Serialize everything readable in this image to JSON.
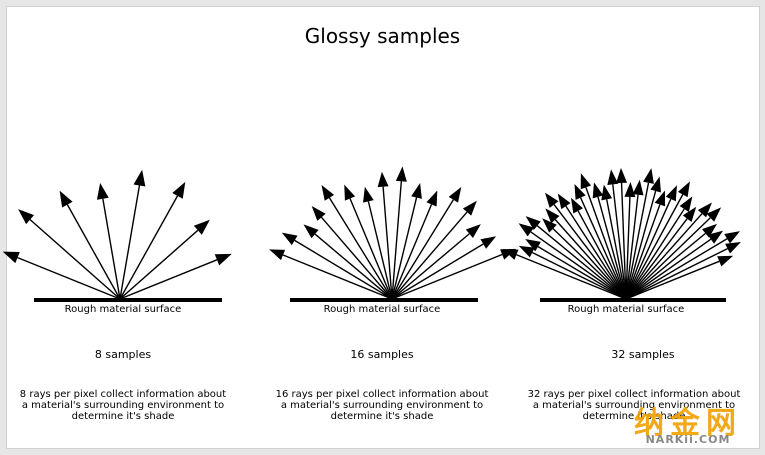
{
  "title": "Glossy samples",
  "panels": [
    {
      "samples": 8,
      "surface_label": "Rough material surface",
      "caption": "8 samples",
      "description": [
        "8 rays per pixel collect information about",
        "a material's surrounding environment to",
        "determine it's shade"
      ]
    },
    {
      "samples": 16,
      "surface_label": "Rough material surface",
      "caption": "16 samples",
      "description": [
        "16 rays per pixel collect information about",
        "a material's surrounding environment to",
        "determine it's shade"
      ]
    },
    {
      "samples": 32,
      "surface_label": "Rough material surface",
      "caption": "32 samples",
      "description": [
        "32 rays per pixel collect information about",
        "a material's surrounding environment to",
        "determine it's shade"
      ]
    }
  ],
  "watermark": {
    "chinese": "纳金网",
    "url": "NARKii.COM"
  }
}
